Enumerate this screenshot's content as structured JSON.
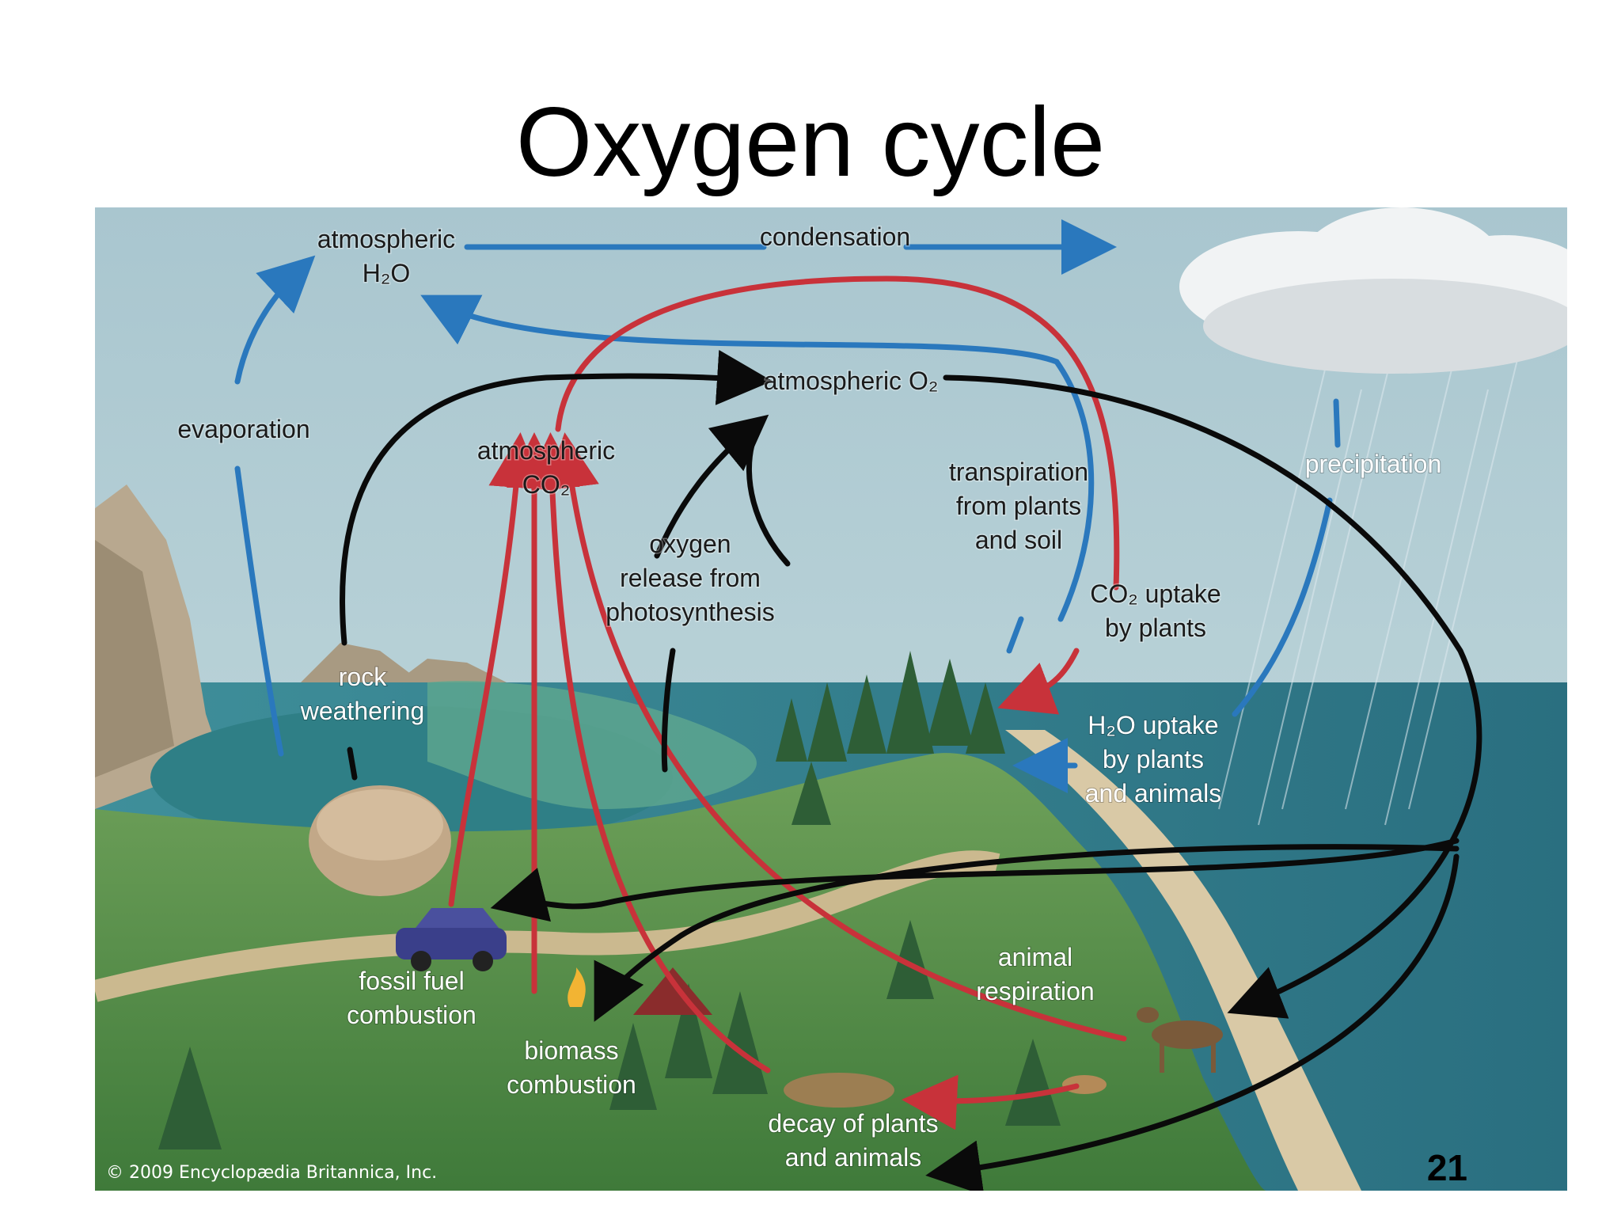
{
  "slide": {
    "title": "Oxygen cycle",
    "page_number": "21",
    "copyright": "© 2009 Encyclopædia Britannica, Inc."
  },
  "labels": {
    "atm_h2o": [
      "atmospheric",
      "H₂O"
    ],
    "condensation": "condensation",
    "atm_o2": "atmospheric O₂",
    "evaporation": "evaporation",
    "atm_co2": [
      "atmospheric",
      "CO₂"
    ],
    "oxygen_release": [
      "oxygen",
      "release from",
      "photosynthesis"
    ],
    "transpiration": [
      "transpiration",
      "from plants",
      "and soil"
    ],
    "precipitation": "precipitation",
    "co2_uptake": [
      "CO₂ uptake",
      "by plants"
    ],
    "rock_weathering": [
      "rock",
      "weathering"
    ],
    "h2o_uptake": [
      "H₂O uptake",
      "by plants",
      "and animals"
    ],
    "fossil_fuel": [
      "fossil fuel",
      "combustion"
    ],
    "biomass": [
      "biomass",
      "combustion"
    ],
    "animal_respiration": [
      "animal",
      "respiration"
    ],
    "decay": [
      "decay of plants",
      "and animals"
    ]
  },
  "colors": {
    "water_arrow": "#2a78bd",
    "carbon_arrow": "#c8323a",
    "oxygen_arrow": "#0a0a0a"
  }
}
